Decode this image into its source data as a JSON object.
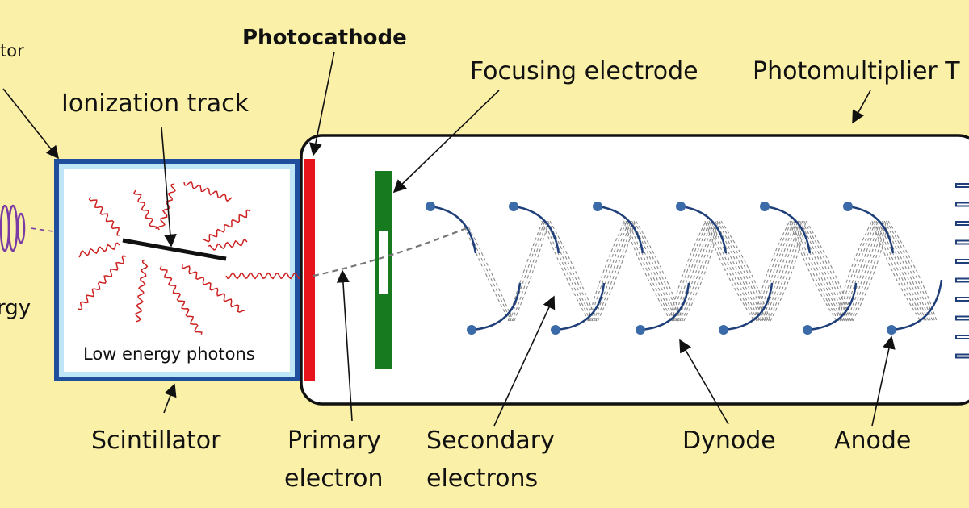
{
  "labels": {
    "detector_partial": "tor",
    "energy_partial": "rgy",
    "photocathode": "Photocathode",
    "focusing_electrode": "Focusing electrode",
    "photomultiplier_partial": "Photomultiplier T",
    "ionization_track": "Ionization track",
    "low_energy_photons": "Low energy photons",
    "scintillator": "Scintillator",
    "primary_electron_1": "Primary",
    "primary_electron_2": "electron",
    "secondary_electrons_1": "Secondary",
    "secondary_electrons_2": "electrons",
    "dynode": "Dynode",
    "anode": "Anode"
  },
  "colors": {
    "background": "#fbf0a8",
    "scintillator_border": "#1f4e9c",
    "scintillator_inner": "#bfe6f7",
    "photocathode": "#e8141b",
    "focusing_electrode": "#187a1e",
    "photon_wave": "#cc2222",
    "incoming_wave": "#7a3aa6",
    "dynode": "#1f3f7a",
    "dynode_dot": "#3a6aa8",
    "electron_path": "#888888"
  }
}
